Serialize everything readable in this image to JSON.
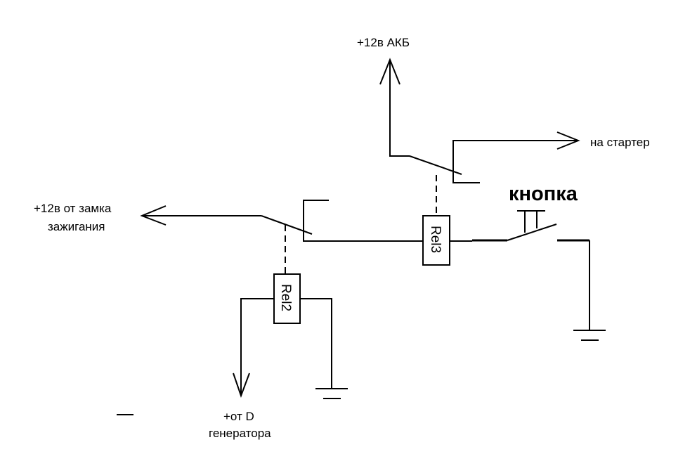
{
  "labels": {
    "battery": "+12в АКБ",
    "starter": "на стартер",
    "ignition_line1": "+12в от замка",
    "ignition_line2": "зажигания",
    "button": "кнопка",
    "generator_line1": "+от D",
    "generator_line2": "генератора",
    "relay2": "Rel2",
    "relay3": "Rel3"
  }
}
